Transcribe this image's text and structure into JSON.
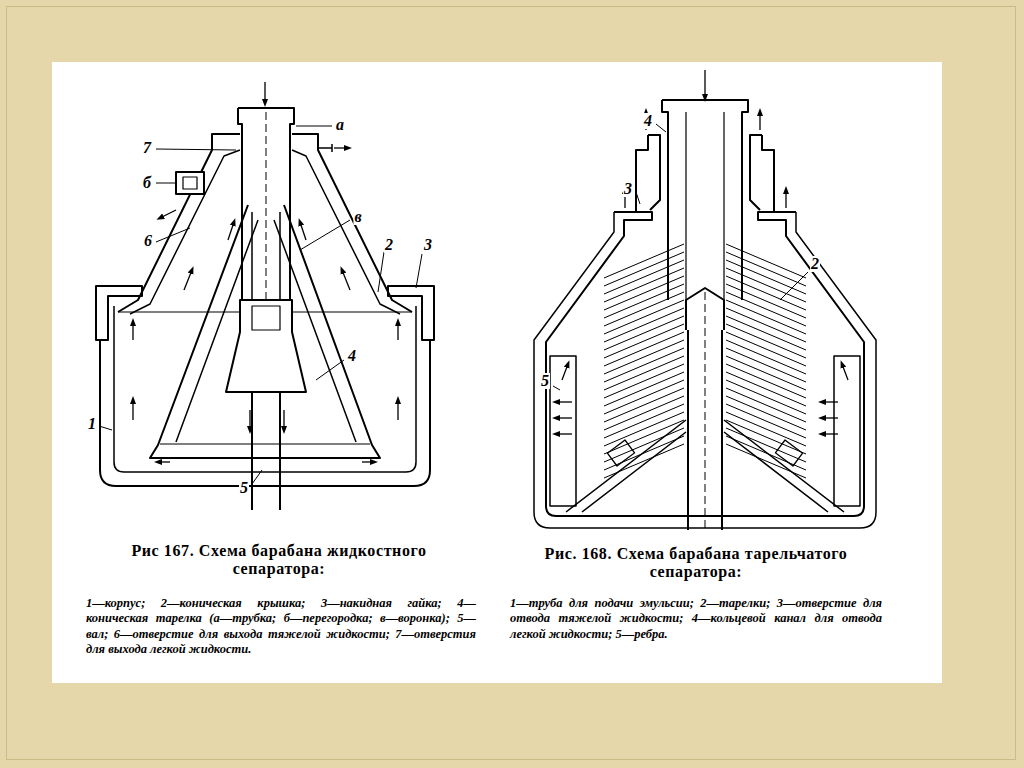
{
  "diagram": {
    "labels": [
      "7",
      "а",
      "б",
      "в",
      "6",
      "2",
      "3",
      "1",
      "4",
      "5",
      "4",
      "3",
      "2",
      "5",
      "Рис 167. Схема барабана жидкостного сепаратора:",
      "1—корпус; 2—коническая крышка; 3—накидная гайка; 4—коническая тарелка (а—трубка; б—перегородка; в—воронка); 5—вал; 6—отверстие для выхода тяжелой жидкости; 7—отверстия для выхода легкой жидкости.",
      "Рис. 168. Схема барабана тарельчатого сепаратора:",
      "1—труба для подачи эмульсии; 2—тарелки; 3—отверстие для отвода тяжелой жидкости; 4—кольцевой канал для отвода легкой жидкости; 5—ребра."
    ]
  }
}
